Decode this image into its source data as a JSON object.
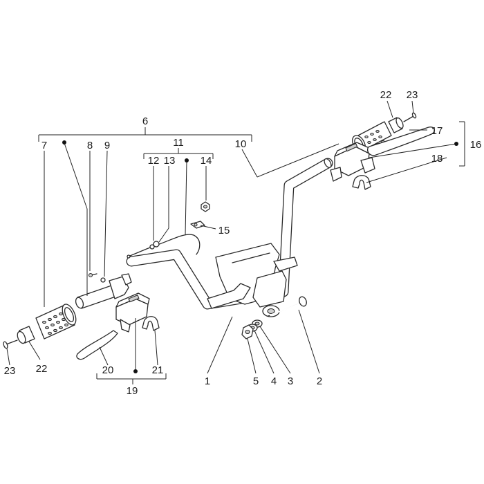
{
  "callouts": {
    "c1": "1",
    "c2": "2",
    "c3": "3",
    "c4": "4",
    "c5": "5",
    "c6": "6",
    "c7": "7",
    "c8": "8",
    "c9": "9",
    "c10": "10",
    "c11": "11",
    "c12": "12",
    "c13": "13",
    "c14": "14",
    "c15": "15",
    "c16": "16",
    "c17": "17",
    "c18": "18",
    "c19": "19",
    "c20": "20",
    "c21": "21",
    "c22_left": "22",
    "c22_right": "22",
    "c23_left": "23",
    "c23_right": "23"
  },
  "colors": {
    "line": "#2a2a2a",
    "text": "#1a1a1a",
    "background": "#ffffff"
  }
}
